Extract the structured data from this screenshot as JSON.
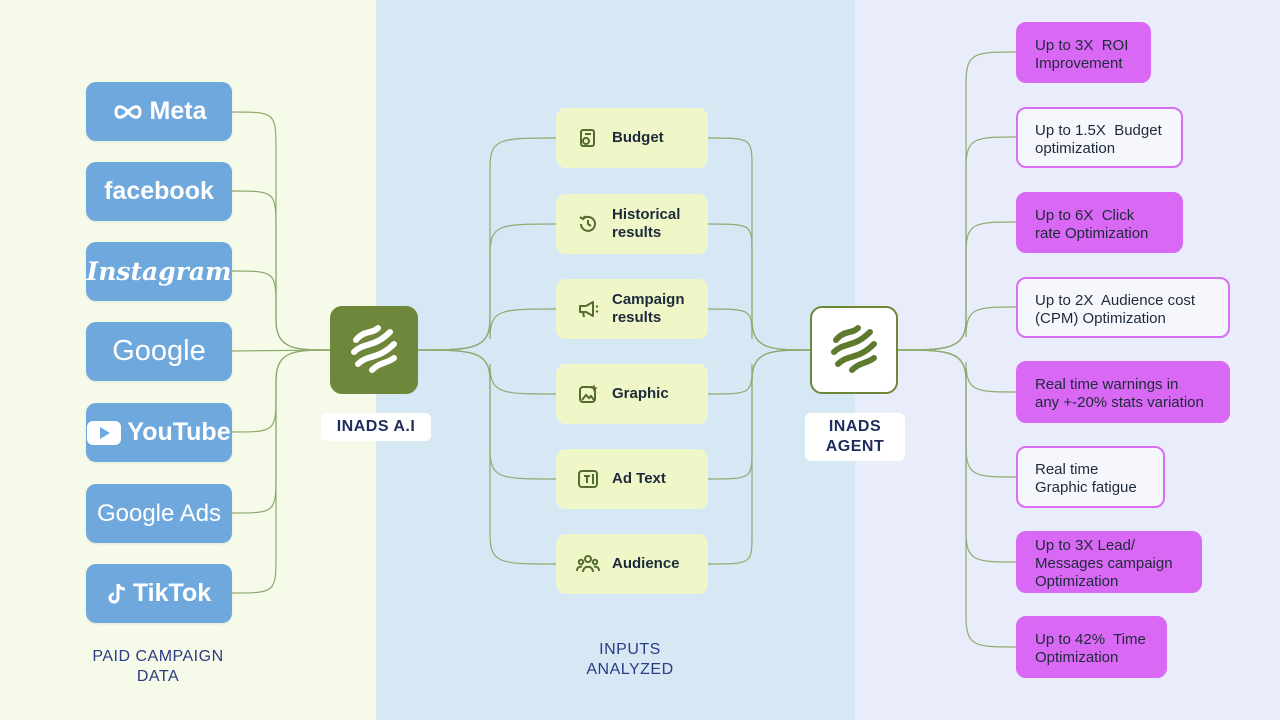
{
  "sources": [
    {
      "label": "Meta",
      "icon": "meta-infinity-icon"
    },
    {
      "label": "facebook",
      "icon": ""
    },
    {
      "label": "Instagram",
      "icon": ""
    },
    {
      "label": "Google",
      "icon": ""
    },
    {
      "label": "YouTube",
      "icon": "youtube-play-icon"
    },
    {
      "label": "Google Ads",
      "icon": ""
    },
    {
      "label": "TikTok",
      "icon": "tiktok-note-icon"
    }
  ],
  "hub_ai": {
    "label": "INADS A.I",
    "icon": "inads-logo-icon"
  },
  "inputs": [
    {
      "label": "Budget",
      "icon": "budget-icon"
    },
    {
      "label": "Historical\nresults",
      "icon": "history-icon"
    },
    {
      "label": "Campaign\nresults",
      "icon": "megaphone-icon"
    },
    {
      "label": "Graphic",
      "icon": "graphic-icon"
    },
    {
      "label": "Ad Text",
      "icon": "text-icon"
    },
    {
      "label": "Audience",
      "icon": "audience-icon"
    }
  ],
  "hub_agent": {
    "label": "INADS\nAGENT",
    "icon": "inads-logo-icon"
  },
  "outputs": [
    {
      "label": "Up to 3X  ROI\nImprovement",
      "style": "filled"
    },
    {
      "label": "Up to 1.5X  Budget\noptimization",
      "style": "outlined"
    },
    {
      "label": "Up to 6X  Click\nrate Optimization",
      "style": "filled"
    },
    {
      "label": "Up to 2X  Audience cost\n(CPM) Optimization",
      "style": "outlined"
    },
    {
      "label": "Real time warnings in\nany +-20% stats variation",
      "style": "filled"
    },
    {
      "label": "Real time\nGraphic fatigue",
      "style": "outlined"
    },
    {
      "label": "Up to 3X Lead/\nMessages campaign\nOptimization",
      "style": "filled"
    },
    {
      "label": "Up to 42%  Time\nOptimization",
      "style": "filled"
    }
  ],
  "captions": {
    "left": "PAID CAMPAIGN\nDATA",
    "middle": "INPUTS\nANALYZED"
  },
  "colors": {
    "source_bg": "#6fa8dc",
    "input_bg": "#eff7c9",
    "hub_green": "#6f873b",
    "output_magenta": "#d968f4",
    "connector": "#8fab6f",
    "caption_navy": "#2b3b84"
  }
}
